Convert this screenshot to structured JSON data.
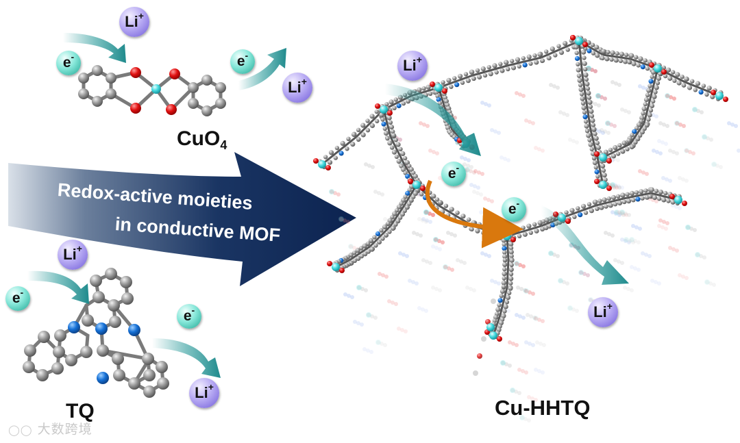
{
  "labels": {
    "cuo4_main": "CuO",
    "cuo4_sub": "4",
    "tq": "TQ",
    "mof": "Cu-HHTQ"
  },
  "banner": {
    "line1": "Redox-active moieties",
    "line2": "in conductive MOF"
  },
  "badges": {
    "li": "Li",
    "li_charge": "+",
    "e": "e",
    "e_charge": "-"
  },
  "watermark": "大数跨境",
  "colors": {
    "banner_dark": "#0f2a55",
    "banner_light": "#c9d2dd",
    "teal_arrow": "#2a9a9a",
    "orange_arrow": "#d9780d",
    "oxygen": "#e01010",
    "nitrogen": "#1166cc",
    "copper": "#3fd8dc",
    "carbon": "#8c8c8c"
  }
}
